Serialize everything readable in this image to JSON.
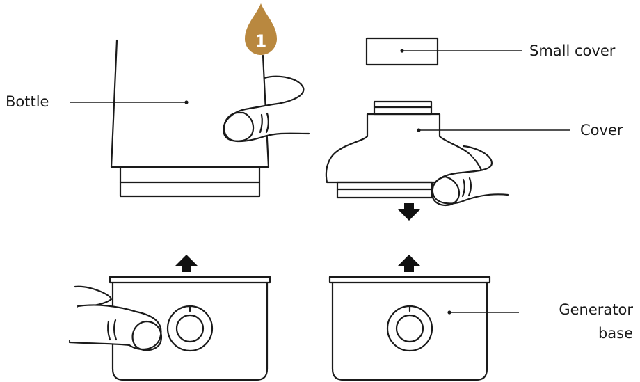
{
  "colors": {
    "step_badge": "#b9883f",
    "ink": "#1a1a1a",
    "arrow": "#111111"
  },
  "step_badge": {
    "number": "1",
    "icon": "droplet-icon"
  },
  "labels": {
    "bottle": "Bottle",
    "small_cover": "Small cover",
    "cover": "Cover",
    "generator_base_line1": "Generator",
    "generator_base_line2": "base"
  },
  "icons": {
    "arrow_up": "arrow-up-icon",
    "arrow_down": "arrow-down-icon",
    "finger": "finger-icon"
  }
}
